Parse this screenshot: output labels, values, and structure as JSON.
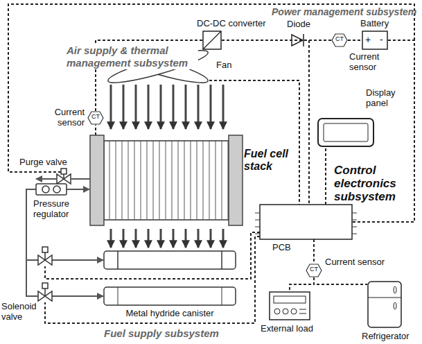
{
  "diagram": {
    "nodes": [
      {
        "text": [
          "DC-DC converter"
        ]
      },
      {
        "text": [
          "Battery",
          "+",
          "-"
        ]
      },
      {
        "text": [
          "CT",
          "Current sensor"
        ]
      },
      {
        "text": [
          "CT",
          "Current sensor"
        ]
      },
      {
        "text": [
          "Display panel"
        ]
      },
      {
        "text": [
          "Fuel cell stack"
        ]
      },
      {
        "text": [
          "PCB"
        ]
      },
      {
        "text": [
          "CT",
          "Current sensor"
        ]
      },
      {
        "text": [
          "Metal hydride canister"
        ]
      },
      {
        "text": [
          "External load"
        ]
      },
      {
        "text": [
          "Refrigerator"
        ]
      }
    ],
    "edges": [
      {
        "from": 5,
        "to": 2,
        "arrow": "none"
      },
      {
        "from": 2,
        "to": 0,
        "arrow": "none"
      },
      {
        "from": 0,
        "to": 3,
        "arrow": "none"
      },
      {
        "from": 3,
        "to": 1,
        "arrow": "none"
      },
      {
        "from": 1,
        "to": 6,
        "arrow": "none"
      },
      {
        "from": 6,
        "to": 4,
        "arrow": "none"
      },
      {
        "from": 6,
        "to": 7,
        "arrow": "none"
      },
      {
        "from": 7,
        "to": 9,
        "arrow": "none"
      },
      {
        "from": 7,
        "to": 10,
        "arrow": "none"
      }
    ],
    "labels": [
      "Power management subsystem",
      "Air supply & thermal management subsystem",
      "Diode",
      "Fan",
      "Purge valve",
      "Pressure regulator",
      "Solenoid valve",
      "Control electronics subsystem",
      "Fuel supply subsystem"
    ]
  }
}
